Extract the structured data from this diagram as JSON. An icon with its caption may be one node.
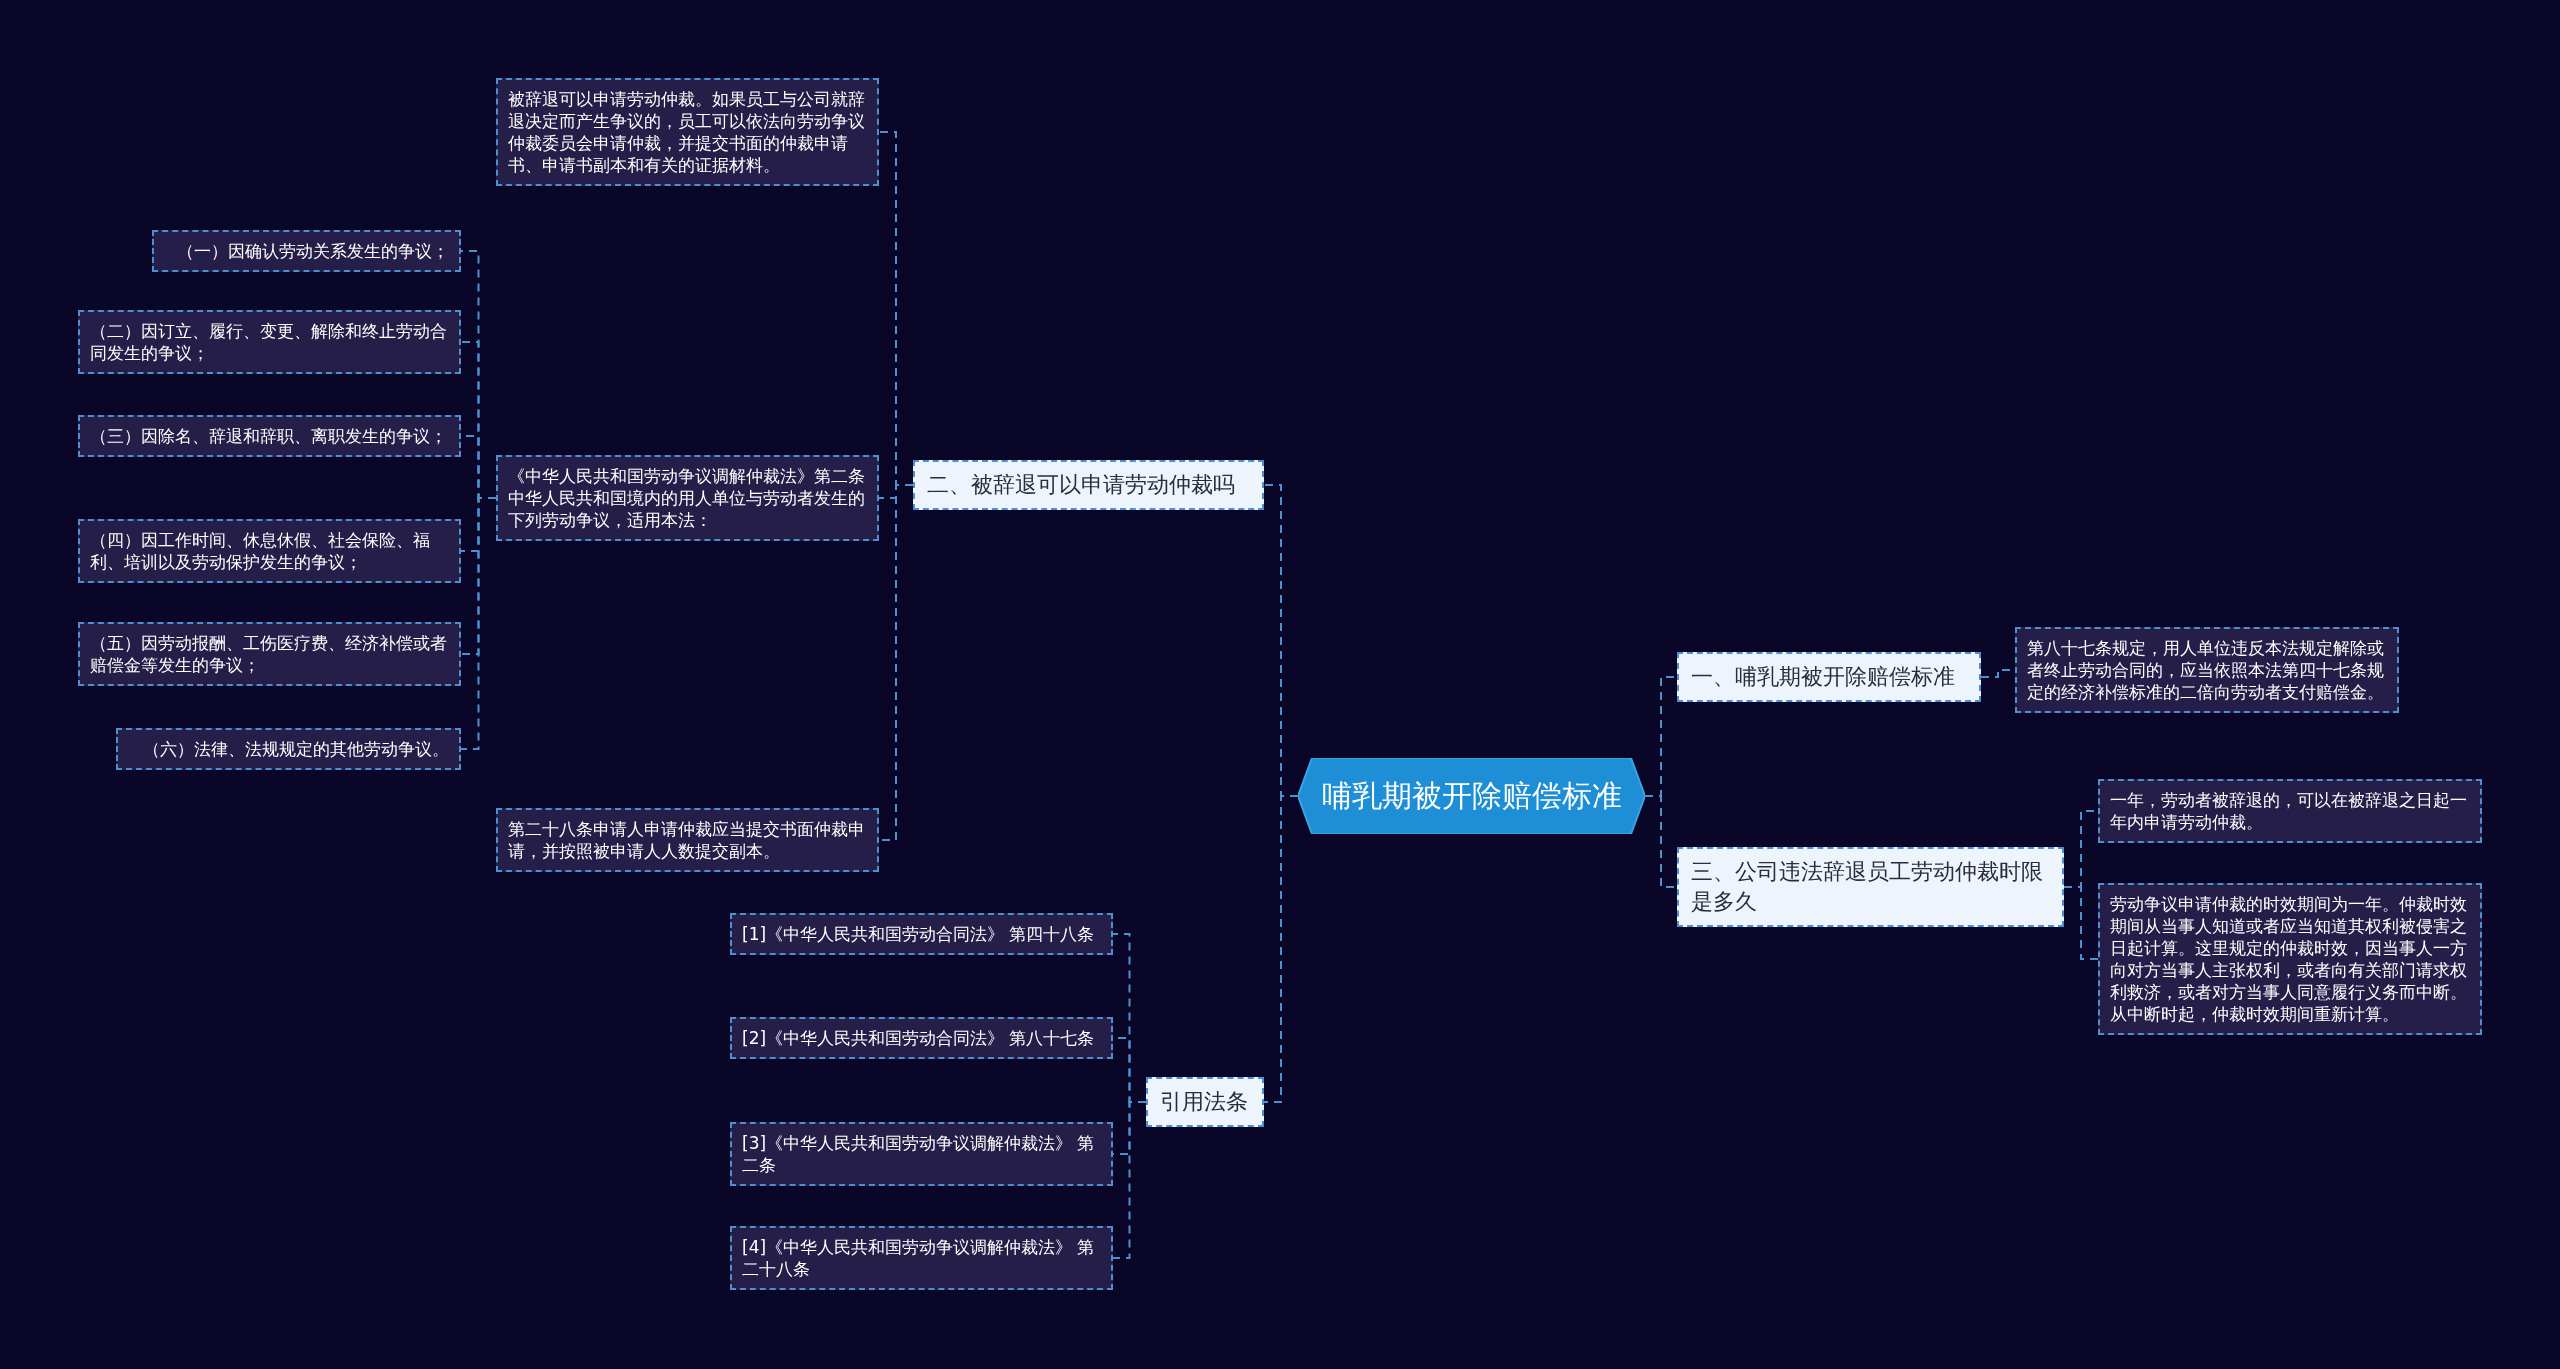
{
  "diagram": {
    "nodes": [
      {
        "text": [
          "哺乳期被开除赔偿标准"
        ]
      },
      {
        "text": [
          "一、哺乳期被开除赔偿标准"
        ]
      },
      {
        "text": [
          "第八十七条规定，用人单位违反本法规定解除或者终止劳动合同的，应当依照本法第四十七条规定的经济补偿标准的二倍向劳动者支付赔偿金。"
        ]
      },
      {
        "text": [
          "三、公司违法辞退员工劳动仲裁时限是多久"
        ]
      },
      {
        "text": [
          "一年，劳动者被辞退的，可以在被辞退之日起一年内申请劳动仲裁。"
        ]
      },
      {
        "text": [
          "劳动争议申请仲裁的时效期间为一年。仲裁时效期间从当事人知道或者应当知道其权利被侵害之日起计算。这里规定的仲裁时效，因当事人一方向对方当事人主张权利，或者向有关部门请求权利救济，或者对方当事人同意履行义务而中断。从中断时起，仲裁时效期间重新计算。"
        ]
      },
      {
        "text": [
          "二、被辞退可以申请劳动仲裁吗"
        ]
      },
      {
        "text": [
          "被辞退可以申请劳动仲裁。如果员工与公司就辞退决定而产生争议的，员工可以依法向劳动争议仲裁委员会申请仲裁，并提交书面的仲裁申请书、申请书副本和有关的证据材料。"
        ]
      },
      {
        "text": [
          "《中华人民共和国劳动争议调解仲裁法》第二条中华人民共和国境内的用人单位与劳动者发生的下列劳动争议，适用本法："
        ]
      },
      {
        "text": [
          "（一）因确认劳动关系发生的争议；"
        ]
      },
      {
        "text": [
          "（二）因订立、履行、变更、解除和终止劳动合同发生的争议；"
        ]
      },
      {
        "text": [
          "（三）因除名、辞退和辞职、离职发生的争议；"
        ]
      },
      {
        "text": [
          "（四）因工作时间、休息休假、社会保险、福利、培训以及劳动保护发生的争议；"
        ]
      },
      {
        "text": [
          "（五）因劳动报酬、工伤医疗费、经济补偿或者赔偿金等发生的争议；"
        ]
      },
      {
        "text": [
          "（六）法律、法规规定的其他劳动争议。"
        ]
      },
      {
        "text": [
          "第二十八条申请人申请仲裁应当提交书面仲裁申请，并按照被申请人人数提交副本。"
        ]
      },
      {
        "text": [
          "引用法条"
        ]
      },
      {
        "text": [
          "[1]《中华人民共和国劳动合同法》 第四十八条"
        ]
      },
      {
        "text": [
          "[2]《中华人民共和国劳动合同法》 第八十七条"
        ]
      },
      {
        "text": [
          "[3]《中华人民共和国劳动争议调解仲裁法》 第二条"
        ]
      },
      {
        "text": [
          "[4]《中华人民共和国劳动争议调解仲裁法》 第二十八条"
        ]
      }
    ],
    "edges": [
      {
        "from": 0,
        "to": 1,
        "arrow": "none"
      },
      {
        "from": 1,
        "to": 2,
        "arrow": "none"
      },
      {
        "from": 0,
        "to": 3,
        "arrow": "none"
      },
      {
        "from": 3,
        "to": 4,
        "arrow": "none"
      },
      {
        "from": 3,
        "to": 5,
        "arrow": "none"
      },
      {
        "from": 0,
        "to": 6,
        "arrow": "none"
      },
      {
        "from": 6,
        "to": 7,
        "arrow": "none"
      },
      {
        "from": 6,
        "to": 8,
        "arrow": "none"
      },
      {
        "from": 8,
        "to": 9,
        "arrow": "none"
      },
      {
        "from": 8,
        "to": 10,
        "arrow": "none"
      },
      {
        "from": 8,
        "to": 11,
        "arrow": "none"
      },
      {
        "from": 8,
        "to": 12,
        "arrow": "none"
      },
      {
        "from": 8,
        "to": 13,
        "arrow": "none"
      },
      {
        "from": 8,
        "to": 14,
        "arrow": "none"
      },
      {
        "from": 6,
        "to": 15,
        "arrow": "none"
      },
      {
        "from": 0,
        "to": 16,
        "arrow": "none"
      },
      {
        "from": 16,
        "to": 17,
        "arrow": "none"
      },
      {
        "from": 16,
        "to": 18,
        "arrow": "none"
      },
      {
        "from": 16,
        "to": 19,
        "arrow": "none"
      },
      {
        "from": 16,
        "to": 20,
        "arrow": "none"
      }
    ]
  }
}
